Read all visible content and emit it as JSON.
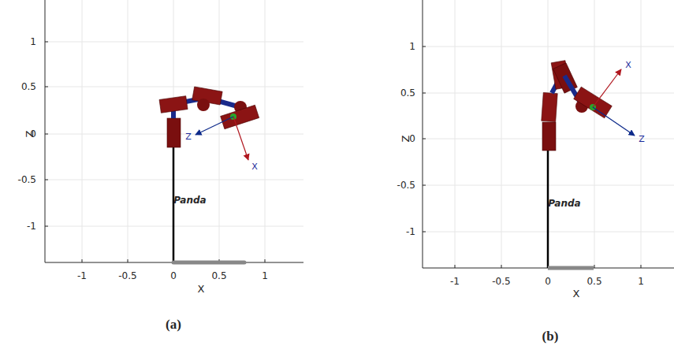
{
  "diagram": {
    "labels": [
      "1",
      "0.5",
      "0",
      "-0.5",
      "-1",
      "Z",
      "Panda",
      "Z",
      "X",
      "-1",
      "-0.5",
      "0",
      "0.5",
      "1",
      "X",
      "(a)",
      "1",
      "0.5",
      "0",
      "-0.5",
      "-1",
      "Z",
      "Panda",
      "X",
      "Z",
      "-1",
      "-0.5",
      "0",
      "0.5",
      "1",
      "X",
      "(b)"
    ]
  }
}
